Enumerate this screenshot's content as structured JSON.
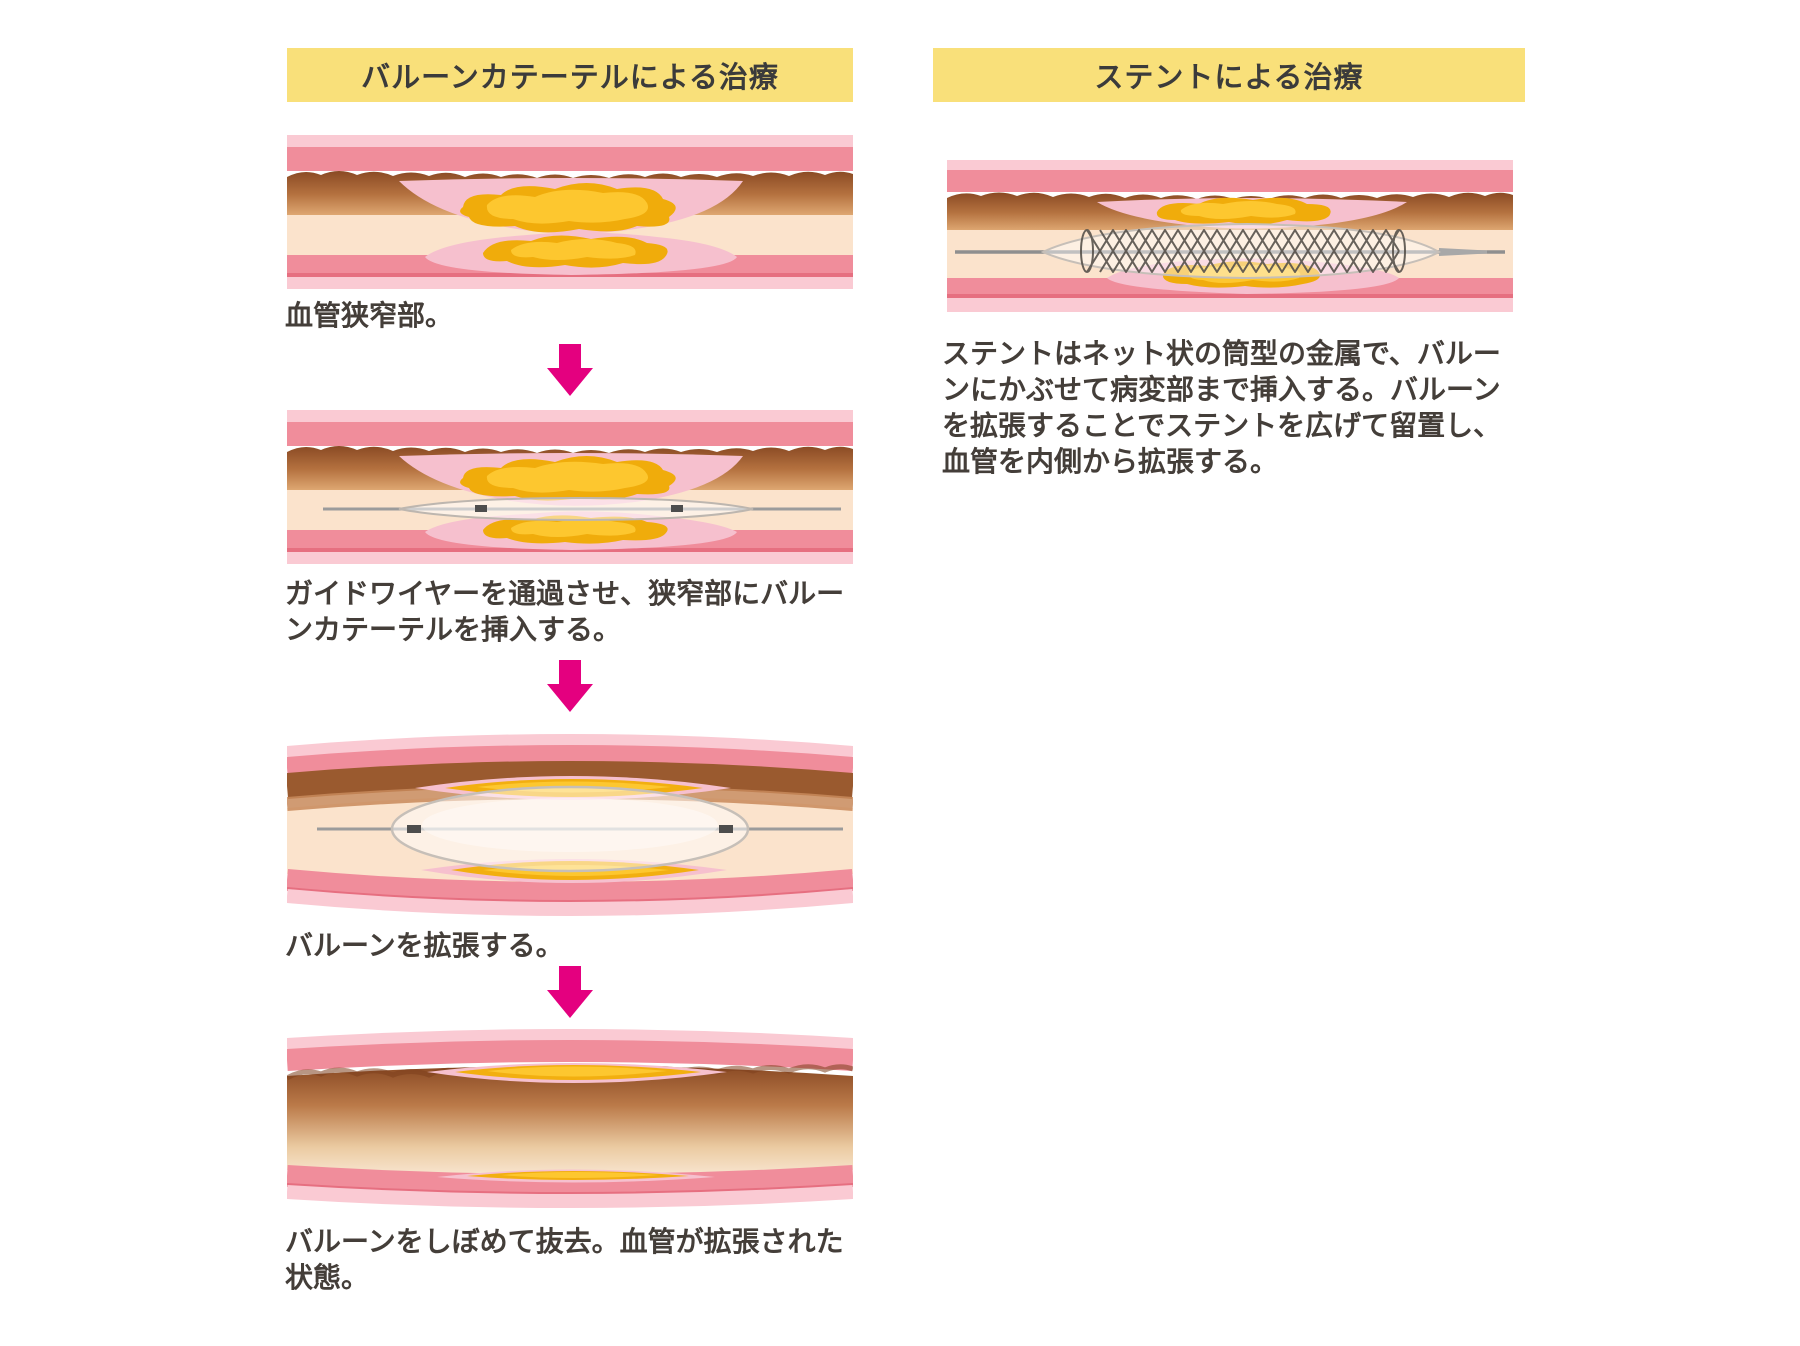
{
  "page": {
    "background": "#FFFFFF"
  },
  "palette": {
    "header_bg": "#F9E07A",
    "header_text": "#3B3B3B",
    "caption_text": "#443E39",
    "arrow_accent": "#E4007F",
    "vessel_wall_pink": "#F08D9B",
    "vessel_wall_light_pink": "#FACAD3",
    "plaque_envelope_pink": "#F6C0CE",
    "plaque_yellow": "#F0AC0B",
    "plaque_yellow_highlight": "#FDC72F",
    "vessel_brown": "#8A4A24",
    "lumen_cream": "#FBE3CC",
    "wire_gray": "#9B9B9B",
    "stent_gray": "#57524C"
  },
  "left_column": {
    "header": "バルーンカテーテルによる治療",
    "steps": [
      {
        "caption": "血管狭窄部。",
        "illustration": "narrowed-vessel"
      },
      {
        "caption": "ガイドワイヤーを通過させ、狭窄部にバルーンカテーテルを挿入する。",
        "illustration": "guide-wire-and-balloon-catheter-inserted"
      },
      {
        "caption": "バルーンを拡張する。",
        "illustration": "balloon-inflated"
      },
      {
        "caption": "バルーンをしぼめて抜去。血管が拡張された状態。",
        "illustration": "balloon-removed-vessel-dilated"
      }
    ]
  },
  "right_column": {
    "header": "ステントによる治療",
    "description": "ステントはネット状の筒型の金属で、バルーンにかぶせて病変部まで挿入する。バルーンを拡張することでステントを広げて留置し、血管を内側から拡張する。",
    "illustration": "stent-on-balloon-in-vessel"
  }
}
